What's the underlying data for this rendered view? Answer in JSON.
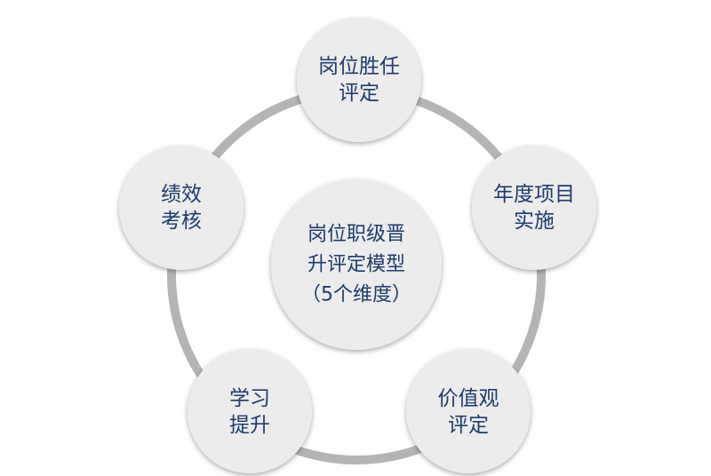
{
  "center": {
    "lines": [
      "岗位职级晋",
      "升评定模型",
      "（5个维度）"
    ]
  },
  "dimensions": [
    {
      "id": "top",
      "lines": [
        "岗位胜任",
        "评定"
      ]
    },
    {
      "id": "right",
      "lines": [
        "年度项目",
        "实施"
      ]
    },
    {
      "id": "bottom-right",
      "lines": [
        "价值观",
        "评定"
      ]
    },
    {
      "id": "bottom-left",
      "lines": [
        "学习",
        "提升"
      ]
    },
    {
      "id": "left",
      "lines": [
        "绩效",
        "考核"
      ]
    }
  ],
  "colors": {
    "ring": "#b4b4b4",
    "node_fill": "#ececec",
    "node_shadow": "#c8c8c8",
    "text": "#1e3b6e"
  }
}
